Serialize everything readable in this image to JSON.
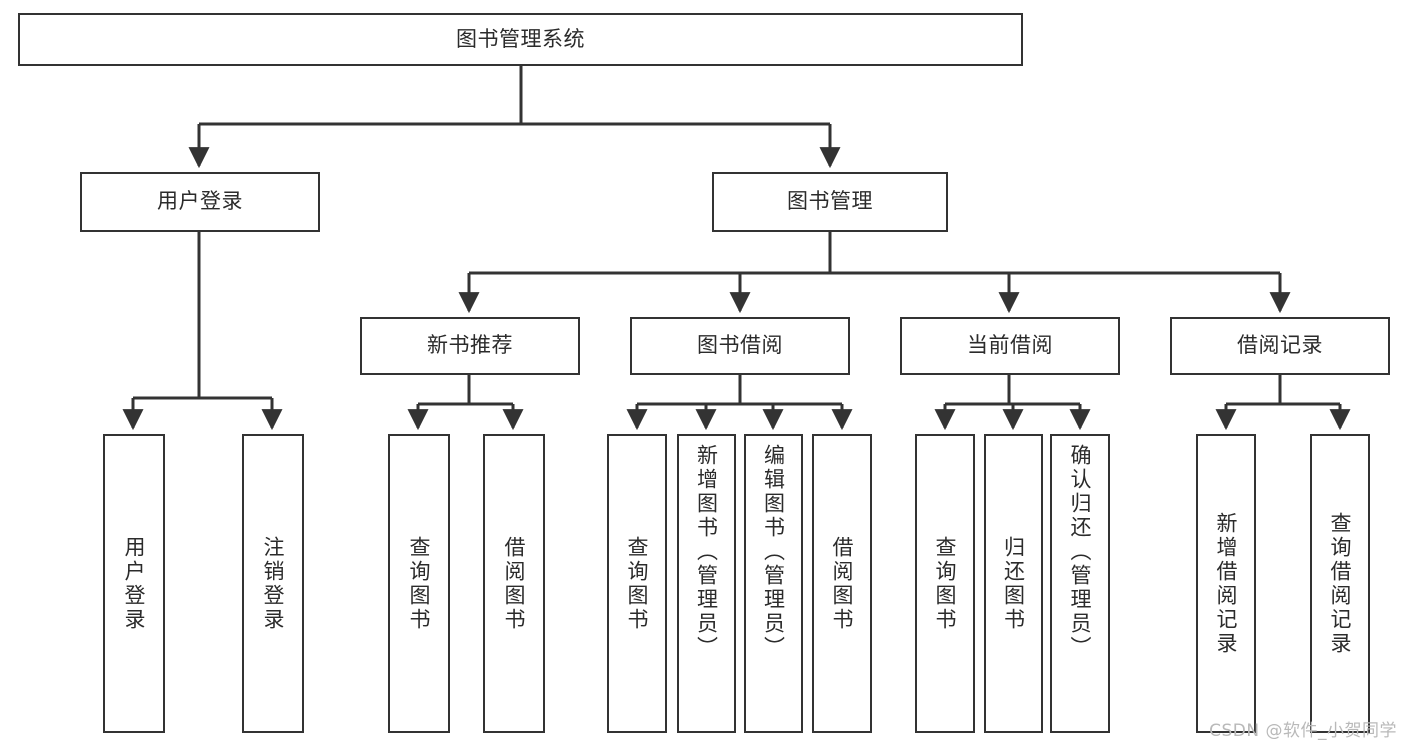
{
  "diagram": {
    "type": "tree-hierarchy-chart",
    "title": "图书管理系统",
    "root": {
      "label": "图书管理系统",
      "id": "root"
    },
    "level2": [
      {
        "id": "user-login",
        "label": "用户登录"
      },
      {
        "id": "book-manage",
        "label": "图书管理"
      }
    ],
    "level3": [
      {
        "id": "new-book-recommend",
        "label": "新书推荐",
        "parent": "book-manage"
      },
      {
        "id": "book-borrow",
        "label": "图书借阅",
        "parent": "book-manage"
      },
      {
        "id": "current-borrow",
        "label": "当前借阅",
        "parent": "book-manage"
      },
      {
        "id": "borrow-record",
        "label": "借阅记录",
        "parent": "book-manage"
      }
    ],
    "leaves": [
      {
        "id": "leaf-user-login",
        "label": "用户登录",
        "parent": "user-login"
      },
      {
        "id": "leaf-logout-login",
        "label": "注销登录",
        "parent": "user-login"
      },
      {
        "id": "leaf-query-book-1",
        "label": "查询图书",
        "parent": "new-book-recommend"
      },
      {
        "id": "leaf-borrow-book-1",
        "label": "借阅图书",
        "parent": "new-book-recommend"
      },
      {
        "id": "leaf-query-book-2",
        "label": "查询图书",
        "parent": "book-borrow"
      },
      {
        "id": "leaf-add-book",
        "label": "新增图书（管理员）",
        "parent": "book-borrow"
      },
      {
        "id": "leaf-edit-book",
        "label": "编辑图书（管理员）",
        "parent": "book-borrow"
      },
      {
        "id": "leaf-borrow-book-2",
        "label": "借阅图书",
        "parent": "book-borrow"
      },
      {
        "id": "leaf-query-book-3",
        "label": "查询图书",
        "parent": "current-borrow"
      },
      {
        "id": "leaf-return-book",
        "label": "归还图书",
        "parent": "current-borrow"
      },
      {
        "id": "leaf-confirm-return",
        "label": "确认归还（管理员）",
        "parent": "current-borrow"
      },
      {
        "id": "leaf-add-record",
        "label": "新增借阅记录",
        "parent": "borrow-record"
      },
      {
        "id": "leaf-query-record",
        "label": "查询借阅记录",
        "parent": "borrow-record"
      }
    ]
  },
  "watermark": {
    "text": "CSDN @软件_小贺同学"
  },
  "colors": {
    "stroke": "#333333",
    "background": "#ffffff",
    "text": "#2b2b2b",
    "watermark": "#b9b9b9"
  }
}
